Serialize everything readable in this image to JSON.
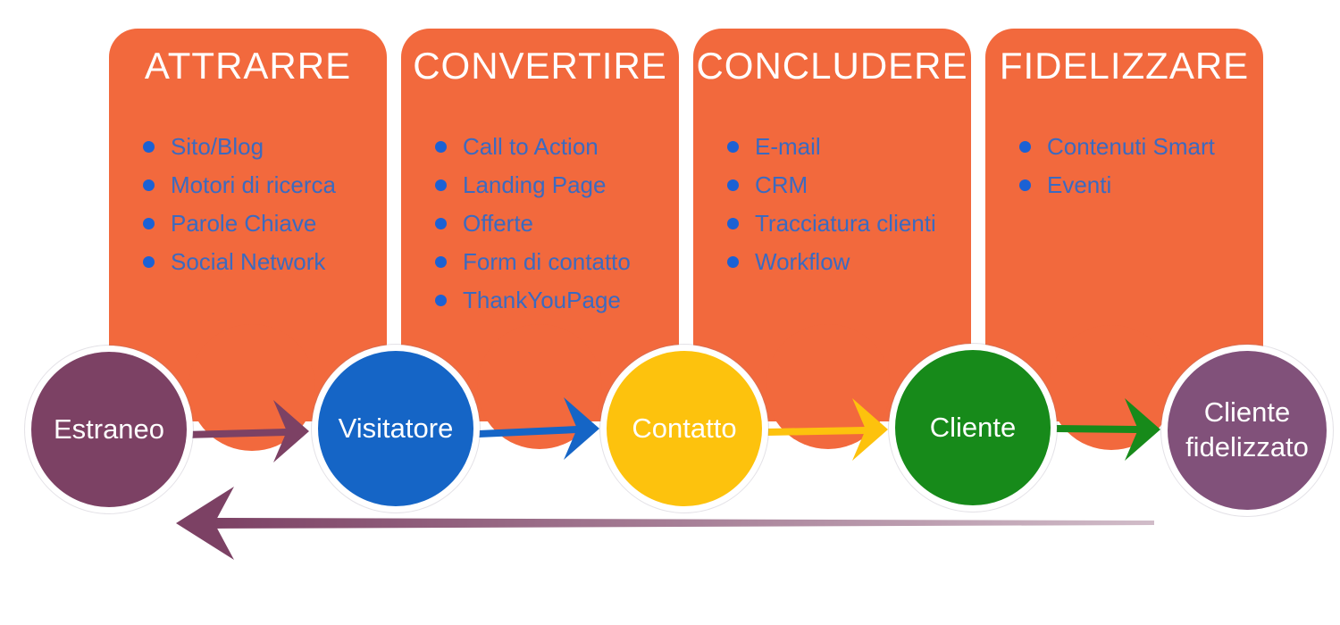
{
  "funnel": {
    "stages": [
      {
        "title": "ATTRARRE",
        "items": [
          "Sito/Blog",
          "Motori di ricerca",
          "Parole Chiave",
          "Social Network"
        ]
      },
      {
        "title": "CONVERTIRE",
        "items": [
          "Call to Action",
          "Landing Page",
          "Offerte",
          "Form di contatto",
          "ThankYouPage"
        ]
      },
      {
        "title": "CONCLUDERE",
        "items": [
          "E-mail",
          "CRM",
          "Tracciatura clienti",
          "Workflow"
        ]
      },
      {
        "title": "FIDELIZZARE",
        "items": [
          "Contenuti Smart",
          "Eventi"
        ]
      }
    ],
    "personas": [
      {
        "label": "Estraneo",
        "color": "#7c4164"
      },
      {
        "label": "Visitatore",
        "color": "#1565c6"
      },
      {
        "label": "Contatto",
        "color": "#fdc20d"
      },
      {
        "label": "Cliente",
        "color": "#178a1a"
      },
      {
        "label": "Cliente fidelizzato",
        "color": "#81517a"
      }
    ],
    "colors": {
      "panel_orange": "#f2693d",
      "title_text": "#ffffff",
      "bullet_dot": "#1c61d4",
      "bullet_text": "#3b6ac0",
      "circle_text": "#ffffff",
      "arrow_forward": [
        "#7c4164",
        "#1565c6",
        "#fdc20d",
        "#178a1a"
      ],
      "return_arrow": "#7c4164",
      "background": "#ffffff"
    }
  }
}
